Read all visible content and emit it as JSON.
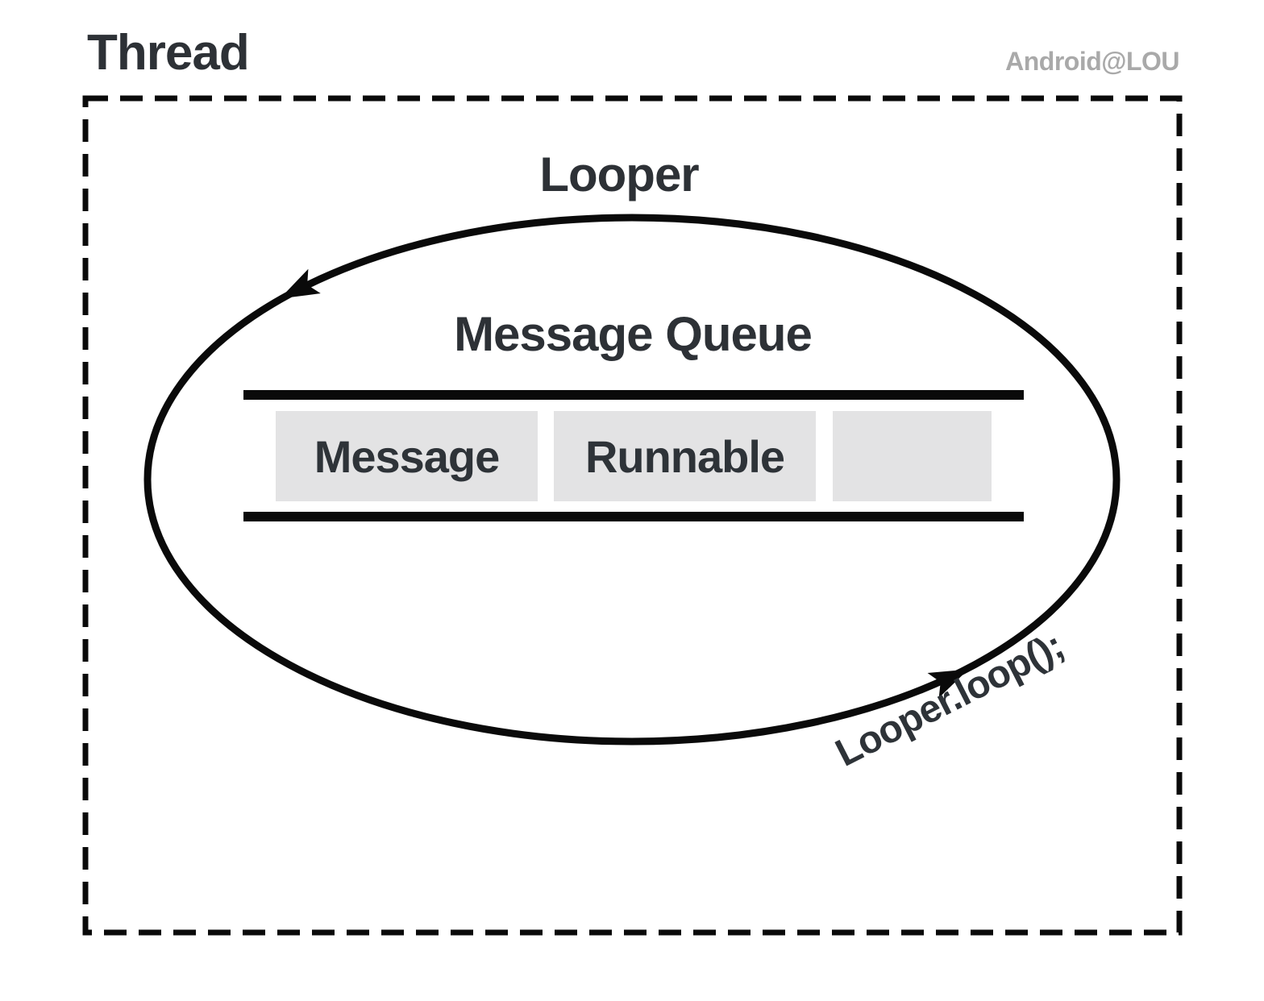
{
  "colors": {
    "bg": "#ffffff",
    "ink": "#2d3136",
    "muted": "#a9a9a9",
    "line": "#0a0a0a",
    "box": "#e3e3e4",
    "boxtext": "#2e3338"
  },
  "header": {
    "title": "Thread",
    "watermark": "Android@LOU"
  },
  "diagram": {
    "looper_label": "Looper",
    "queue_title": "Message Queue",
    "loop_call": "Looper.loop();",
    "queue_items": [
      {
        "label": "Message"
      },
      {
        "label": "Runnable"
      },
      {
        "label": ""
      }
    ]
  }
}
